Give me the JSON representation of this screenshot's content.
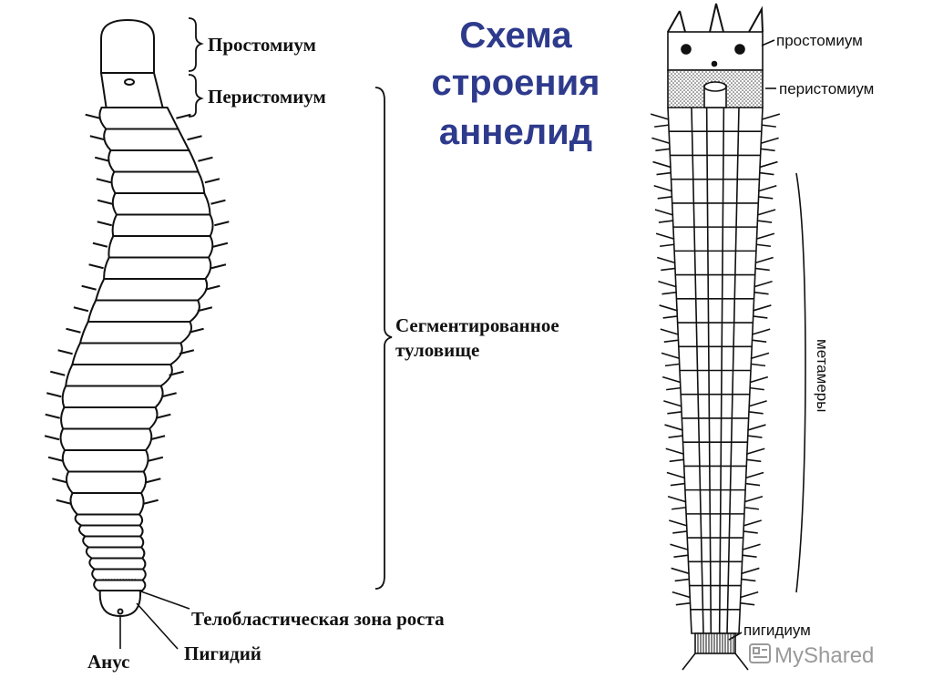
{
  "title": {
    "line1": "Схема",
    "line2": "строения",
    "line3": "аннелид"
  },
  "left_labels": {
    "prostomium": "Простомиум",
    "peristomium": "Перистомиум",
    "trunk_line1": "Сегментированное",
    "trunk_line2": "туловище",
    "growth_zone": "Телобластическая зона роста",
    "pygidium": "Пигидий",
    "anus": "Анус"
  },
  "right_labels": {
    "prostomium": "простомиум",
    "peristomium": "перистомиум",
    "metamers": "метамеры",
    "pygidium": "пигидиум"
  },
  "watermark": {
    "text": "MyShared"
  },
  "colors": {
    "title": "#2e3a8c",
    "ink": "#111111",
    "watermark": "#9a9a9a"
  }
}
